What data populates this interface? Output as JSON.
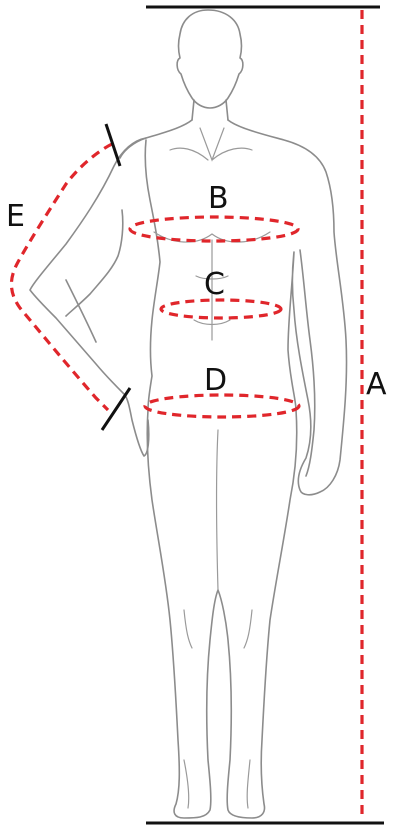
{
  "colors": {
    "measure": "#e0262b",
    "bar": "#111111",
    "outline": "#8c8c8c"
  },
  "labels": {
    "a": "A",
    "b": "B",
    "c": "C",
    "d": "D",
    "e": "E"
  }
}
